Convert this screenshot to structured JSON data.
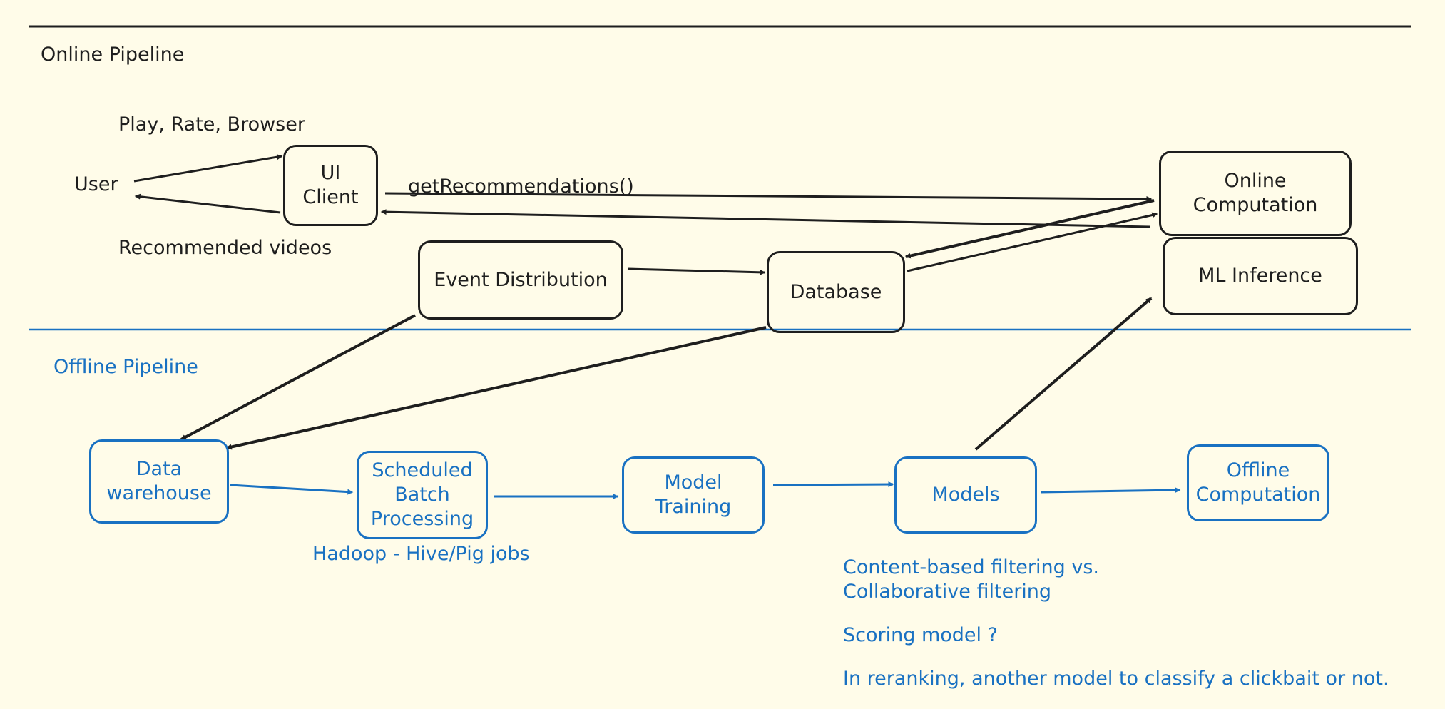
{
  "colors": {
    "background": "#fffce9",
    "ink": "#1e1e1e",
    "offline_blue": "#1971c2"
  },
  "online": {
    "section_title": "Online Pipeline",
    "user_label": "User",
    "actions_label": "Play, Rate, Browser",
    "recommended_label": "Recommended videos",
    "call_label": "getRecommendations()",
    "nodes": {
      "ui_client": "UI\nClient",
      "event_distribution": "Event Distribution",
      "database": "Database",
      "online_computation": "Online\nComputation",
      "ml_inference": "ML Inference"
    }
  },
  "offline": {
    "section_title": "Offline Pipeline",
    "nodes": {
      "data_warehouse": "Data\nwarehouse",
      "batch_processing": "Scheduled\nBatch\nProcessing",
      "model_training": "Model\nTraining",
      "models": "Models",
      "offline_computation": "Offline\nComputation"
    },
    "batch_note": "Hadoop - Hive/Pig jobs",
    "notes": {
      "filtering": "Content-based filtering vs.\nCollaborative filtering",
      "scoring": "Scoring model ?",
      "reranking": "In reranking, another model to classify a clickbait or not."
    }
  }
}
